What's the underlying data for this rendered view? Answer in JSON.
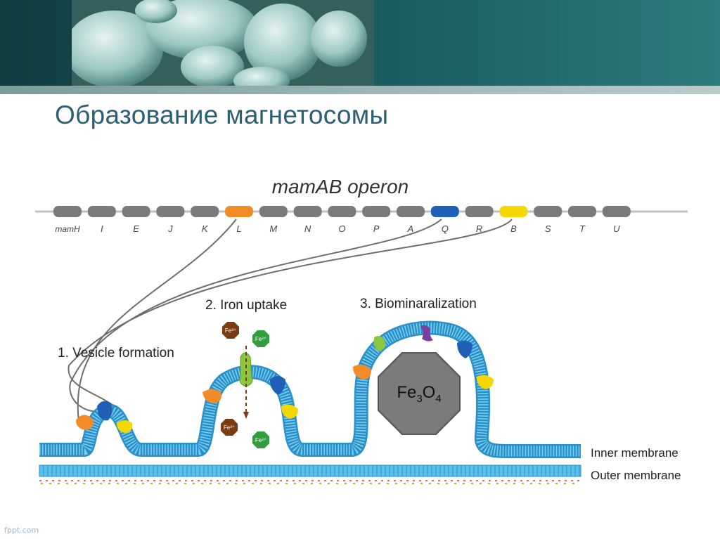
{
  "slide": {
    "title": "Образование магнетосомы",
    "footer": "fppt.com"
  },
  "diagram": {
    "operon_title": "mamAB operon",
    "genes": [
      "mamH",
      "I",
      "E",
      "J",
      "K",
      "L",
      "M",
      "N",
      "O",
      "P",
      "A",
      "Q",
      "R",
      "B",
      "S",
      "T",
      "U"
    ],
    "highlighted_genes": {
      "L": "#f28c28",
      "Q": "#1f5fb8",
      "B": "#f5d800"
    },
    "gene_default_color": "#7a7a7a",
    "steps": {
      "step1": "1. Vesicle formation",
      "step2": "2. Iron uptake",
      "step3": "3. Biominaralization"
    },
    "ions": {
      "fe3": "Fe³⁺",
      "fe2": "Fe²⁺"
    },
    "crystal_label": "Fe₃O₄",
    "membranes": {
      "inner": "Inner membrane",
      "outer": "Outer membrane"
    },
    "colors": {
      "membrane": "#4fb8e8",
      "membrane_dark": "#2a90c8",
      "crystal": "#7a7a7a",
      "fe3": "#7a3c10",
      "fe2": "#2f9e3c",
      "protein_green": "#8cc63f",
      "protein_purple": "#7b3fa0"
    }
  }
}
